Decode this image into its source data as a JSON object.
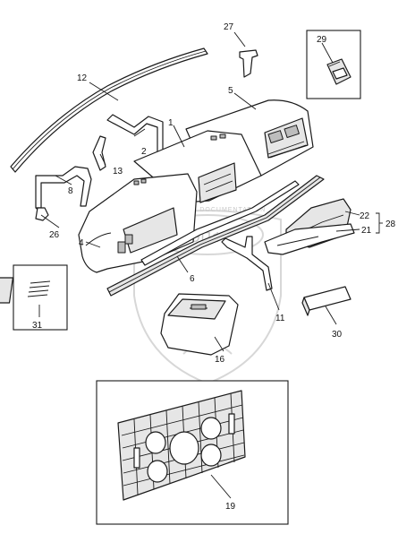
{
  "diagram": {
    "callouts": {
      "c1": "1",
      "c2": "2",
      "c4": "4",
      "c5": "5",
      "c6": "6",
      "c8": "8",
      "c11": "11",
      "c12": "12",
      "c13": "13",
      "c16": "16",
      "c19": "19",
      "c21": "21",
      "c22": "22",
      "c26": "26",
      "c27": "27",
      "c28": "28",
      "c29": "29",
      "c30": "30",
      "c31": "31"
    },
    "watermark": {
      "band_text": "TECHNICAL DOCUMENTATION",
      "logo_text": "ЭПФ"
    }
  }
}
